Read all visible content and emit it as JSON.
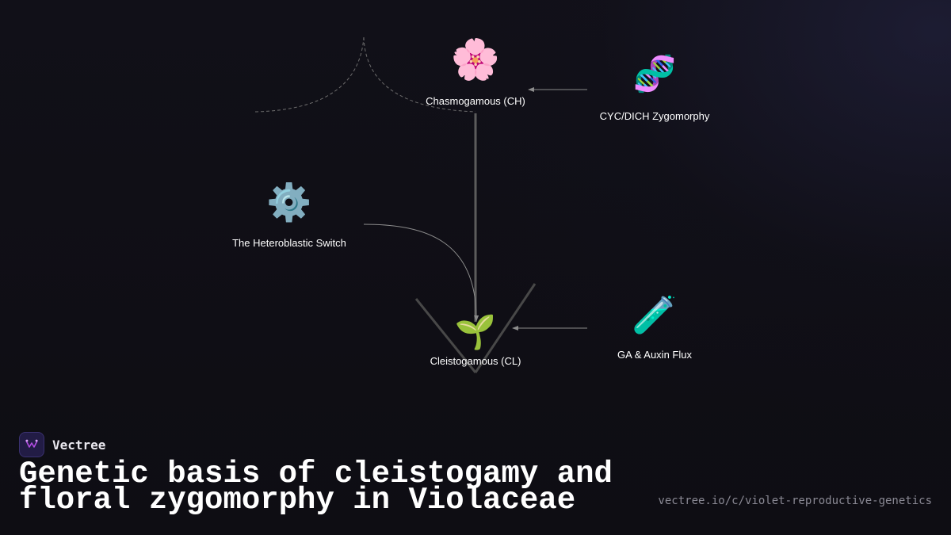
{
  "brand": {
    "name": "Vectree"
  },
  "title": "Genetic basis of cleistogamy and floral zygomorphy in Violaceae",
  "source_url": "vectree.io/c/violet-reproductive-genetics",
  "nodes": {
    "ch": {
      "icon": "🌸",
      "icon_name": "cherry-blossom-icon",
      "label": "Chasmogamous (CH)"
    },
    "cyc": {
      "icon": "🧬",
      "icon_name": "dna-icon",
      "label": "CYC/DICH Zygomorphy"
    },
    "het": {
      "icon": "⚙️",
      "icon_name": "gear-icon",
      "label": "The Heteroblastic Switch"
    },
    "cl": {
      "icon": "🌱",
      "icon_name": "seedling-icon",
      "label": "Cleistogamous (CL)"
    },
    "ga": {
      "icon": "🧪",
      "icon_name": "test-tube-icon",
      "label": "GA & Auxin Flux"
    }
  },
  "colors": {
    "background": "#0f0e14",
    "text": "#ffffff",
    "edge": "#8c8c8c",
    "muted": "#8a8994",
    "brand_logo_bg": "#221c45",
    "brand_logo_mark": "#b04be0"
  }
}
